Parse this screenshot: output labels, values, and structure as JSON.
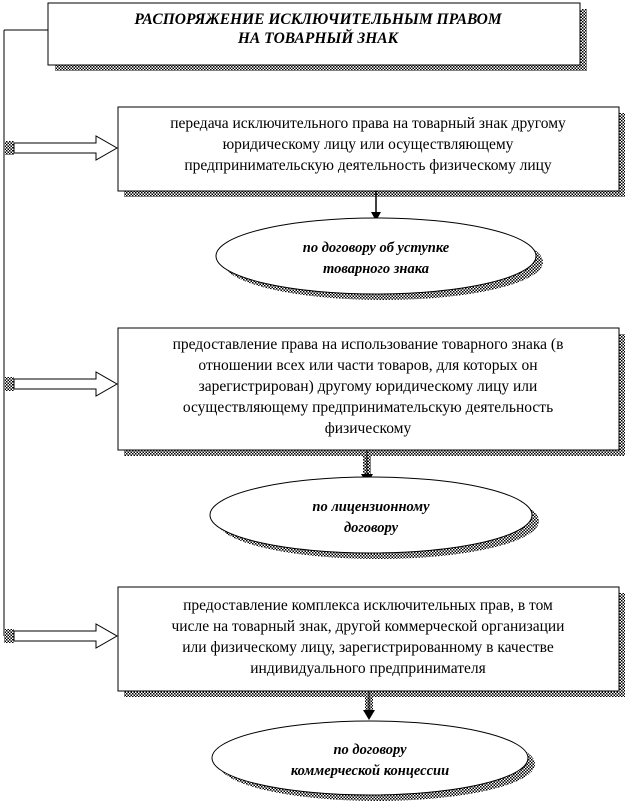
{
  "title": {
    "lines": [
      "РАСПОРЯЖЕНИЕ ИСКЛЮЧИТЕЛЬНЫМ ПРАВОМ",
      "НА ТОВАРНЫЙ ЗНАК"
    ]
  },
  "branches": [
    {
      "box_lines": [
        "передача исключительного права на товарный знак другому",
        "юридическому лицу или осуществляющему",
        "предпринимательскую деятельность физическому лицу"
      ],
      "oval_lines": [
        "по договору об уступке",
        "товарного знака"
      ]
    },
    {
      "box_lines": [
        "предоставление права на использование товарного знака (в",
        "отношении всех или части товаров, для которых он",
        "зарегистрирован) другому юридическому лицу или",
        "осуществляющему предпринимательскую деятельность",
        "физическому"
      ],
      "oval_lines": [
        "по лицензионному",
        "договору"
      ]
    },
    {
      "box_lines": [
        "предоставление комплекса исключительных прав, в том",
        "числе на товарный знак, другой коммерческой организации",
        "или физическому лицу, зарегистрированному в качестве",
        "индивидуального предпринимателя"
      ],
      "oval_lines": [
        "по договору",
        "коммерческой концессии"
      ]
    }
  ]
}
